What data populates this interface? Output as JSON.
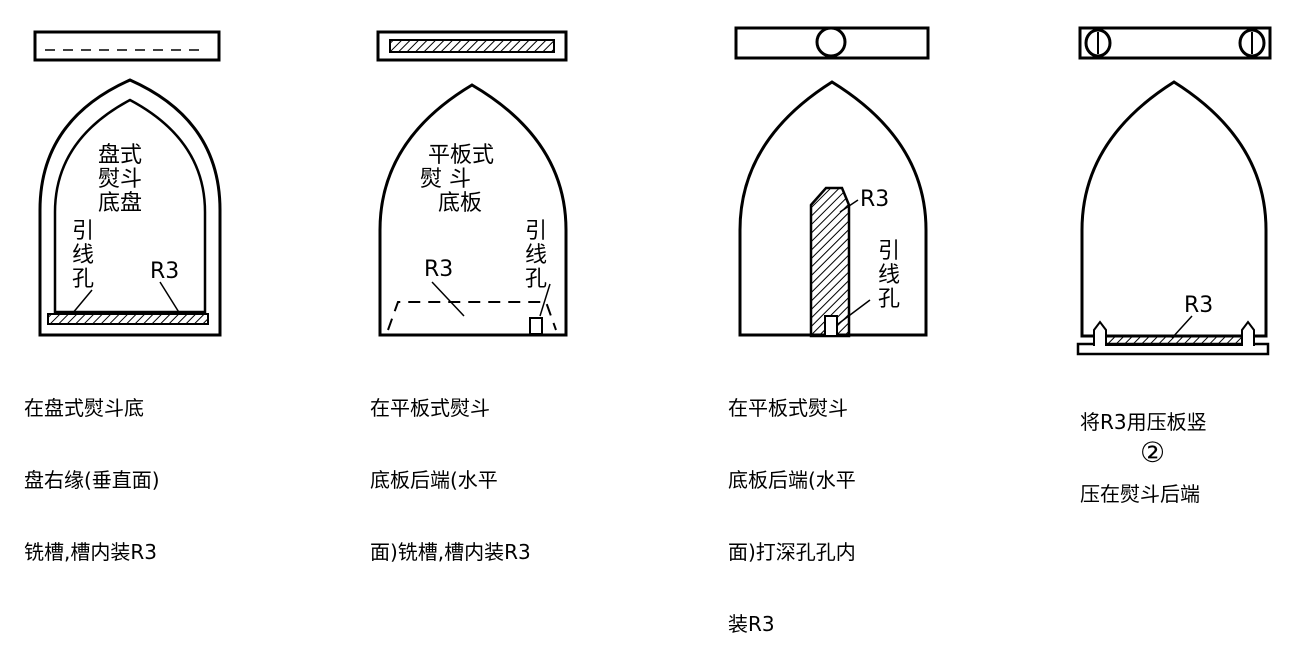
{
  "panels": [
    {
      "inside_label": [
        "盘式",
        "熨斗",
        "底盘"
      ],
      "hole_label": [
        "引",
        "线",
        "孔"
      ],
      "resistor_label": "R3",
      "caption": [
        "在盘式熨斗底",
        "盘右缘(垂直面)",
        "铣槽,槽内装R3"
      ]
    },
    {
      "inside_label": [
        "平板式",
        "熨  斗",
        "底板"
      ],
      "hole_label": [
        "引",
        "线",
        "孔"
      ],
      "resistor_label": "R3",
      "caption": [
        "在平板式熨斗",
        "底板后端(水平",
        "面)铣槽,槽内装R3"
      ]
    },
    {
      "hole_label": [
        "引",
        "线",
        "孔"
      ],
      "resistor_label": "R3",
      "caption": [
        "在平板式熨斗",
        "底板后端(水平",
        "面)打深孔孔内",
        "装R3"
      ]
    },
    {
      "resistor_label": "R3",
      "caption": [
        "将R3用压板竖",
        "压在熨斗后端"
      ],
      "figure_number": "②"
    }
  ]
}
